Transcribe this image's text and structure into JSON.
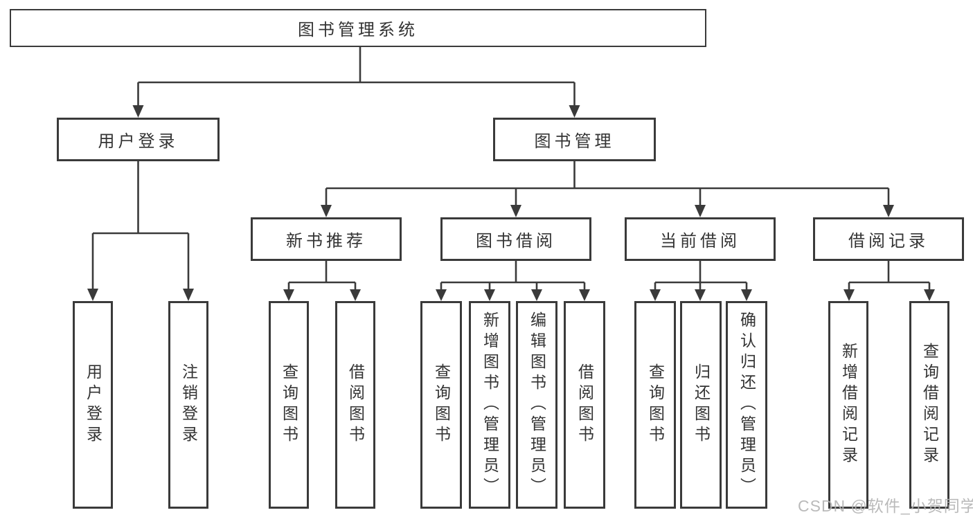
{
  "diagram": {
    "root": {
      "label": "图书管理系统"
    },
    "level2": [
      {
        "label": "用户登录"
      },
      {
        "label": "图书管理"
      }
    ],
    "level3": [
      {
        "label": "新书推荐"
      },
      {
        "label": "图书借阅"
      },
      {
        "label": "当前借阅"
      },
      {
        "label": "借阅记录"
      }
    ],
    "leaves": {
      "user_login": [
        "用户登录",
        "注销登录"
      ],
      "new_book": [
        "查询图书",
        "借阅图书"
      ],
      "book_borrow": [
        "查询图书",
        "新增图书（管理员）",
        "编辑图书（管理员）",
        "借阅图书"
      ],
      "current_borrow": [
        "查询图书",
        "归还图书",
        "确认归还（管理员）"
      ],
      "records": [
        "新增借阅记录",
        "查询借阅记录"
      ]
    }
  },
  "watermark": {
    "text": "CSDN @软件_小贺同学"
  },
  "colors": {
    "line": "#3a3a3a",
    "text": "#333333",
    "watermark": "#b3b3b3",
    "background": "#ffffff"
  }
}
